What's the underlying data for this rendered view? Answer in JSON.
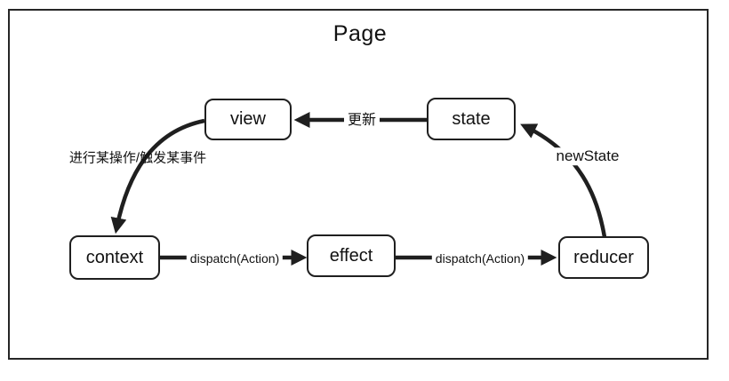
{
  "diagram": {
    "title": "Page",
    "nodes": [
      {
        "id": "view",
        "label": "view"
      },
      {
        "id": "state",
        "label": "state"
      },
      {
        "id": "context",
        "label": "context"
      },
      {
        "id": "effect",
        "label": "effect"
      },
      {
        "id": "reducer",
        "label": "reducer"
      }
    ],
    "edges": [
      {
        "from": "state",
        "to": "view",
        "label": "更新"
      },
      {
        "from": "reducer",
        "to": "state",
        "label": "newState"
      },
      {
        "from": "view",
        "to": "context",
        "label": "进行某操作/触发某事件"
      },
      {
        "from": "context",
        "to": "effect",
        "label": "dispatch(Action)"
      },
      {
        "from": "effect",
        "to": "reducer",
        "label": "dispatch(Action)"
      }
    ],
    "colors": {
      "stroke": "#1f1f1f",
      "node_fill": "#ffffff",
      "background": "#ffffff"
    }
  }
}
